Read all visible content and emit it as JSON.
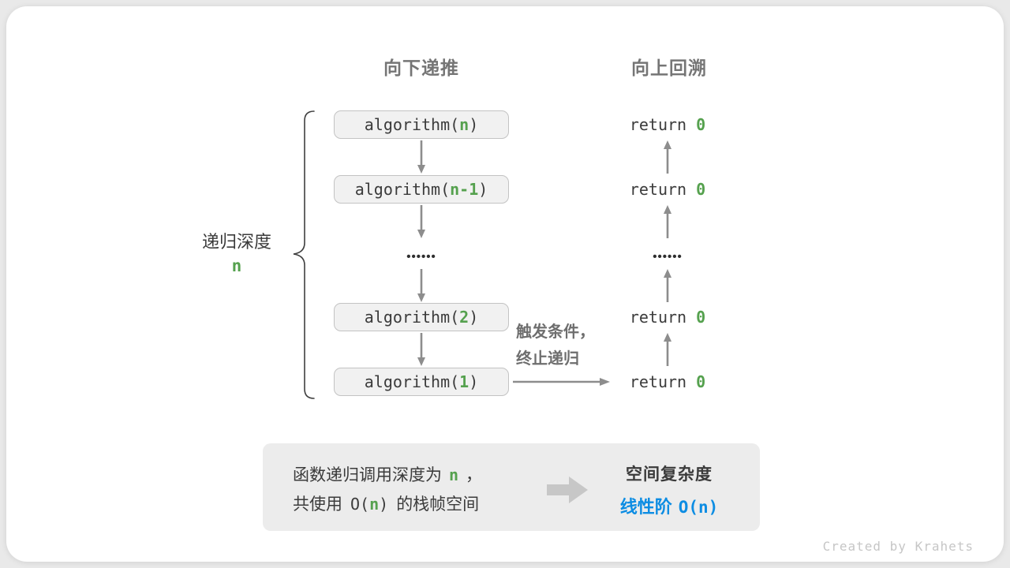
{
  "headers": {
    "down": "向下递推",
    "up": "向上回溯"
  },
  "depth": {
    "label": "递归深度",
    "value": "n"
  },
  "stack": {
    "boxes": [
      {
        "prefix": "algorithm(",
        "arg": "n",
        "suffix": ")"
      },
      {
        "prefix": "algorithm(",
        "arg": "n-1",
        "suffix": ")"
      },
      {
        "prefix": "algorithm(",
        "arg": "2",
        "suffix": ")"
      },
      {
        "prefix": "algorithm(",
        "arg": "1",
        "suffix": ")"
      }
    ],
    "ellipsis": "••••••"
  },
  "returns": {
    "items": [
      {
        "keyword": "return",
        "value": "0"
      },
      {
        "keyword": "return",
        "value": "0"
      },
      {
        "keyword": "return",
        "value": "0"
      },
      {
        "keyword": "return",
        "value": "0"
      }
    ],
    "ellipsis": "••••••"
  },
  "condition": {
    "line1": "触发条件，",
    "line2": "终止递归"
  },
  "summary": {
    "line1": {
      "pre": "函数递归调用深度为",
      "n": "n",
      "post": "，"
    },
    "line2": {
      "pre": "共使用",
      "code_open": "O(",
      "n": "n",
      "code_close": ")",
      "post": "的栈帧空间"
    },
    "result_title": "空间复杂度",
    "result_pre": "线性阶",
    "result_code": "O(n)"
  },
  "credit": "Created by Krahets",
  "colors": {
    "green": "#55a14e",
    "blue": "#0d8de3"
  }
}
